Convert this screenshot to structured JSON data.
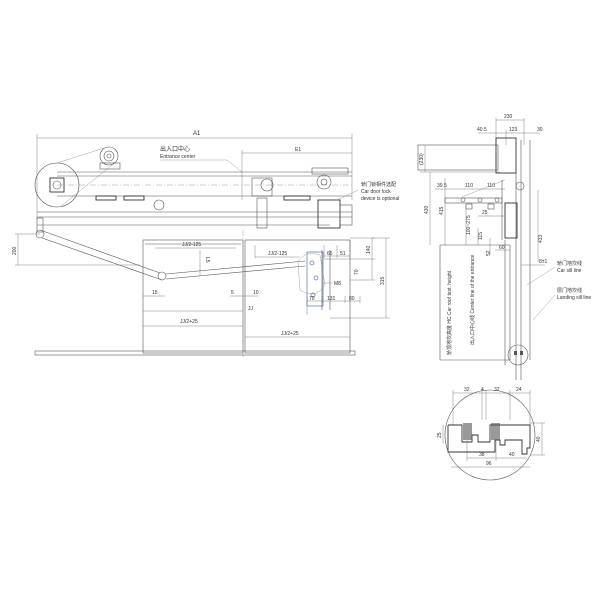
{
  "drawing": {
    "title": "Elevator door operator installation drawing",
    "front_view": {
      "dim_A1": "A1",
      "dim_E1": "E1",
      "entrance_center_cn": "出入口中心",
      "entrance_center_en": "Entrance center",
      "car_door_lock_cn": "轿门锁相件选配",
      "car_door_lock_en_1": "Car door lock",
      "car_door_lock_en_2": "device is optional",
      "dim_200": "200",
      "dim_jj2_125_left": "JJ/2-125",
      "dim_jj2_125_right": "JJ/2-125",
      "dim_l5": "L5",
      "dim_15": "15",
      "dim_5": "5",
      "dim_10": "10",
      "dim_jj": "JJ",
      "dim_jj2_25_left": "JJ/2+25",
      "dim_jj2_25_right": "JJ/2+25",
      "dim_65": "65",
      "dim_51": "51",
      "dim_140": "140",
      "dim_70_v": "70",
      "dim_315": "315",
      "dim_m8": "M8",
      "dim_70_h": "70",
      "dim_131": "131",
      "dim_80": "80"
    },
    "side_view": {
      "dim_230": "230",
      "dim_40_5": "40.5",
      "dim_123": "123",
      "dim_30": "30",
      "dim_230_v": "(230)",
      "dim_430": "430",
      "dim_415": "415",
      "dim_39_5": "39.5",
      "dim_110_a": "110",
      "dim_110_b": "110",
      "dim_25": "25",
      "dim_100_275": "100~275",
      "dim_115": "115",
      "dim_433": "433",
      "dim_52": "52",
      "dim_60": "60",
      "dim_8pm1": "8±1",
      "car_sill_cn": "轿门地坎线",
      "car_sill_en": "Car sill line",
      "landing_sill_cn": "层门地坎线",
      "landing_sill_en": "Landing sill line",
      "hc_label": "轿顶地坎高度  HC Car roof text. height",
      "center_line_label": "出入口中心线  Center line of the entrance"
    },
    "sill_detail": {
      "dim_32_a": "32",
      "dim_4": "4",
      "dim_32_b": "32",
      "dim_24": "24",
      "dim_25": "25",
      "dim_40": "40",
      "dim_38": "38",
      "dim_40_b": "40",
      "dim_96": "96"
    }
  }
}
